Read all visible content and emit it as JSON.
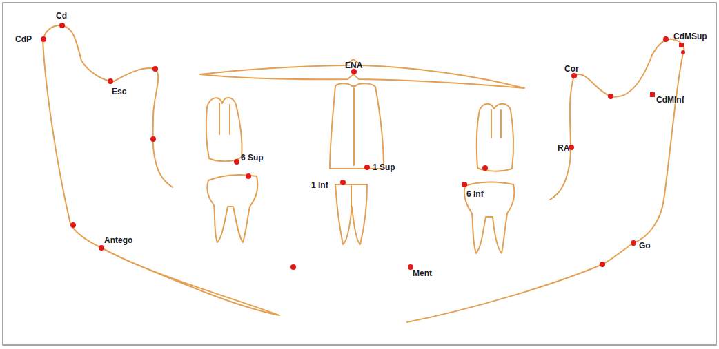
{
  "diagram": {
    "labels": [
      "Cd",
      "CdP",
      "Esc",
      "ENA",
      "Cor",
      "CdMSup",
      "CdMInf",
      "6 Sup",
      "1 Sup",
      "1 Inf",
      "6 Inf",
      "RA",
      "Antego",
      "Go",
      "Ment"
    ]
  }
}
